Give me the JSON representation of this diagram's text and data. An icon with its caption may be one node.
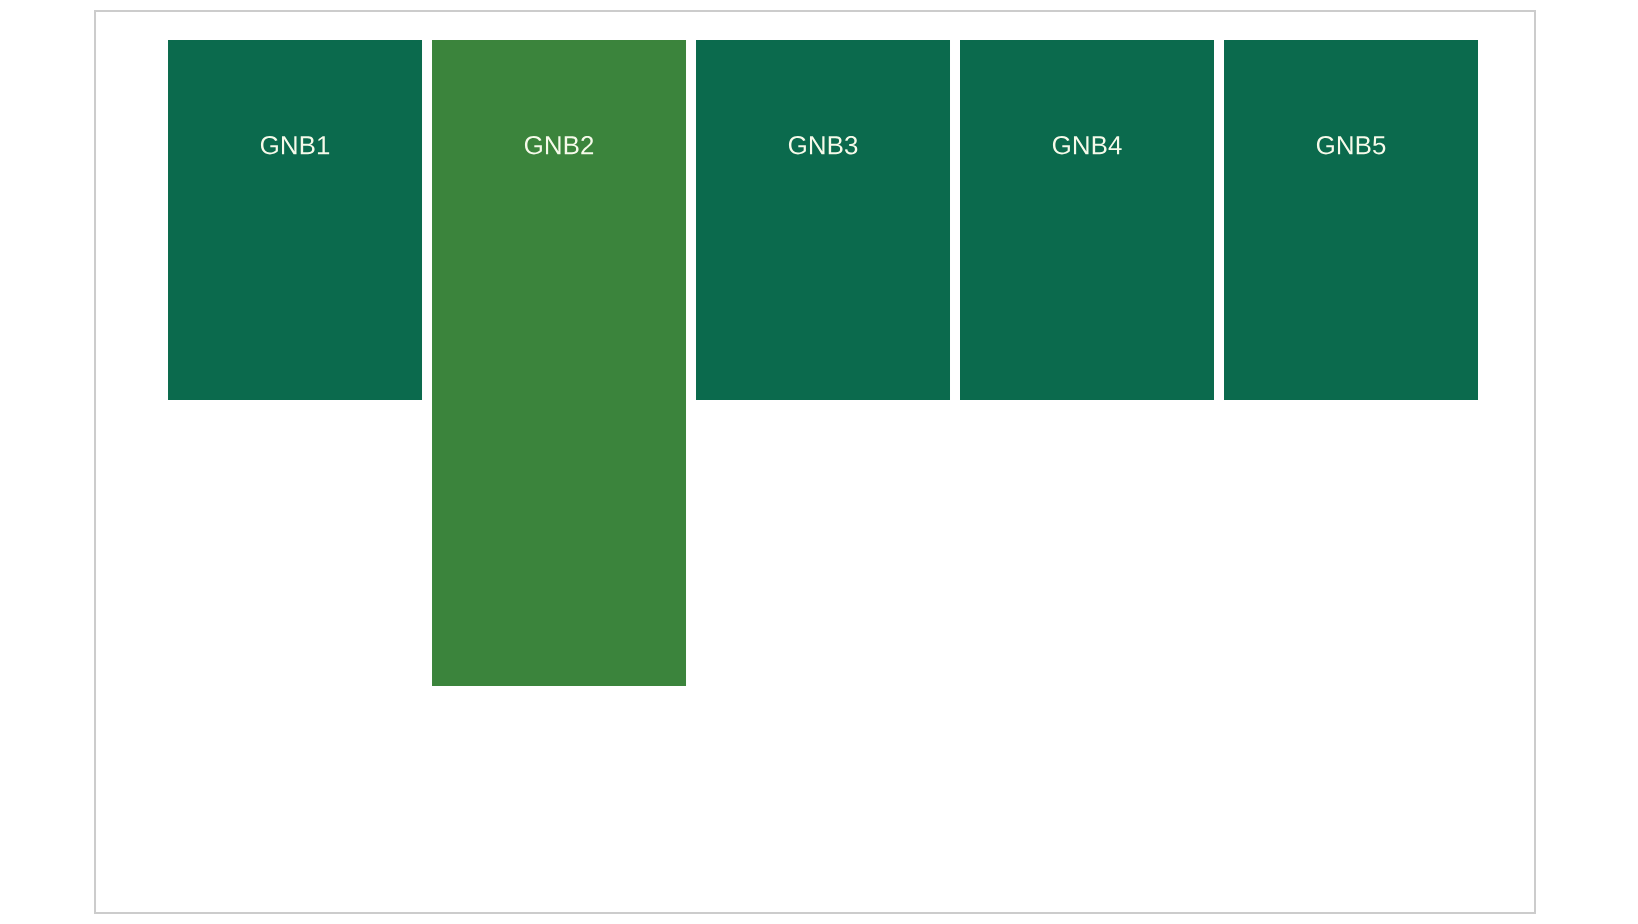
{
  "diagram": {
    "nodes": [
      {
        "text": [
          "GNB1"
        ]
      },
      {
        "text": [
          "GNB2"
        ]
      },
      {
        "text": [
          "GNB3"
        ]
      },
      {
        "text": [
          "GNB4"
        ]
      },
      {
        "text": [
          "GNB5"
        ]
      }
    ]
  }
}
